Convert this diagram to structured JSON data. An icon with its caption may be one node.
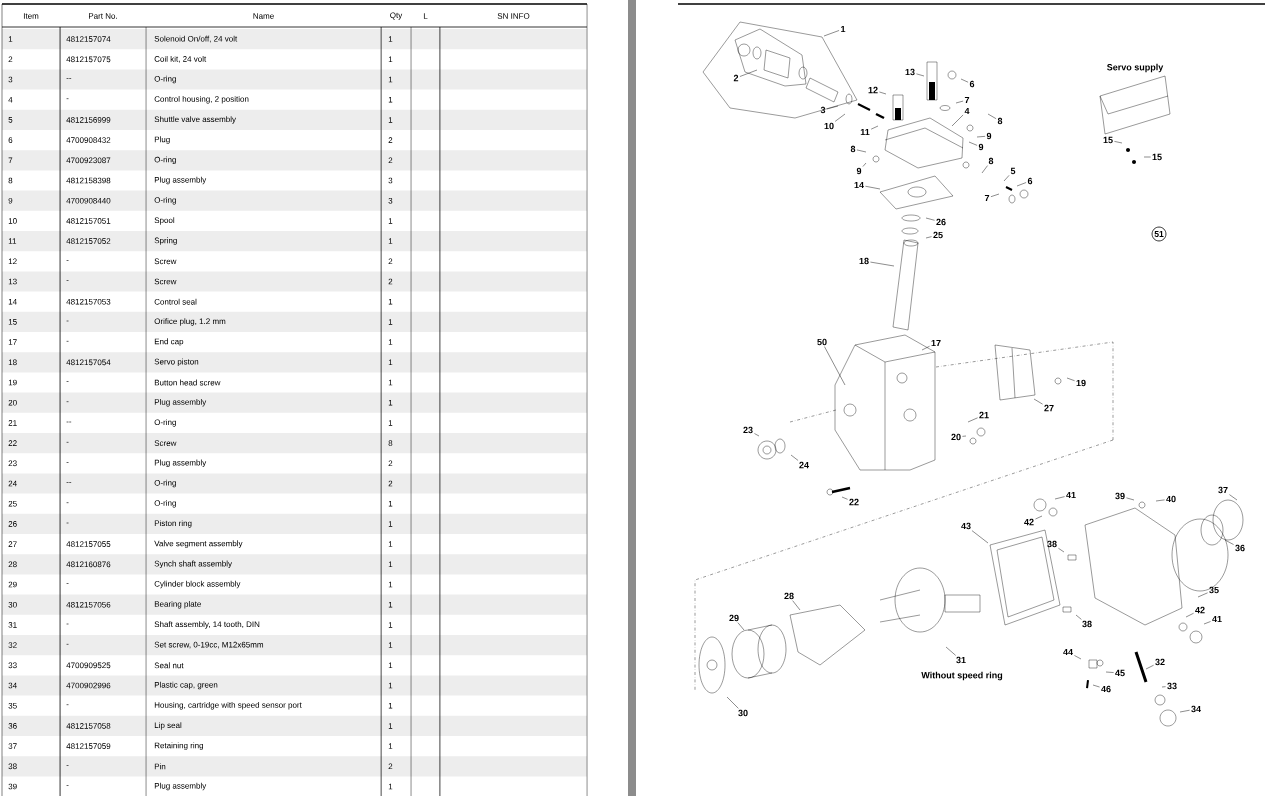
{
  "diagram": {
    "nodes": [
      {
        "text": [
          "1"
        ]
      },
      {
        "text": [
          "2"
        ]
      },
      {
        "text": [
          "13"
        ]
      },
      {
        "text": [
          "6"
        ]
      },
      {
        "text": [
          "12"
        ]
      },
      {
        "text": [
          "7"
        ]
      },
      {
        "text": [
          "3"
        ]
      },
      {
        "text": [
          "4"
        ]
      },
      {
        "text": [
          "8"
        ]
      },
      {
        "text": [
          "10"
        ]
      },
      {
        "text": [
          "11"
        ]
      },
      {
        "text": [
          "9"
        ]
      },
      {
        "text": [
          "15"
        ]
      },
      {
        "text": [
          "8"
        ]
      },
      {
        "text": [
          "9"
        ]
      },
      {
        "text": [
          "15"
        ]
      },
      {
        "text": [
          "8"
        ]
      },
      {
        "text": [
          "5"
        ]
      },
      {
        "text": [
          "9"
        ]
      },
      {
        "text": [
          "6"
        ]
      },
      {
        "text": [
          "14"
        ]
      },
      {
        "text": [
          "7"
        ]
      },
      {
        "text": [
          "26"
        ]
      },
      {
        "text": [
          "51"
        ]
      },
      {
        "text": [
          "25"
        ]
      },
      {
        "text": [
          "18"
        ]
      },
      {
        "text": [
          "50"
        ]
      },
      {
        "text": [
          "17"
        ]
      },
      {
        "text": [
          "19"
        ]
      },
      {
        "text": [
          "27"
        ]
      },
      {
        "text": [
          "21"
        ]
      },
      {
        "text": [
          "23"
        ]
      },
      {
        "text": [
          "20"
        ]
      },
      {
        "text": [
          "24"
        ]
      },
      {
        "text": [
          "37"
        ]
      },
      {
        "text": [
          "41"
        ]
      },
      {
        "text": [
          "39"
        ]
      },
      {
        "text": [
          "40"
        ]
      },
      {
        "text": [
          "22"
        ]
      },
      {
        "text": [
          "42"
        ]
      },
      {
        "text": [
          "43"
        ]
      },
      {
        "text": [
          "38"
        ]
      },
      {
        "text": [
          "36"
        ]
      },
      {
        "text": [
          "35"
        ]
      },
      {
        "text": [
          "28"
        ]
      },
      {
        "text": [
          "42"
        ]
      },
      {
        "text": [
          "29"
        ]
      },
      {
        "text": [
          "41"
        ]
      },
      {
        "text": [
          "38"
        ]
      },
      {
        "text": [
          "44"
        ]
      },
      {
        "text": [
          "31"
        ]
      },
      {
        "text": [
          "32"
        ]
      },
      {
        "text": [
          "45"
        ]
      },
      {
        "text": [
          "33"
        ]
      },
      {
        "text": [
          "46"
        ]
      },
      {
        "text": [
          "34"
        ]
      },
      {
        "text": [
          "30"
        ]
      }
    ],
    "edges": [
      {
        "from": 0,
        "to": null,
        "arrow": "none"
      },
      {
        "from": 1,
        "to": null,
        "arrow": "none"
      },
      {
        "from": 2,
        "to": null,
        "arrow": "none"
      },
      {
        "from": 3,
        "to": null,
        "arrow": "none"
      },
      {
        "from": 4,
        "to": null,
        "arrow": "none"
      },
      {
        "from": 5,
        "to": null,
        "arrow": "none"
      },
      {
        "from": 6,
        "to": null,
        "arrow": "none"
      },
      {
        "from": 7,
        "to": null,
        "arrow": "none"
      },
      {
        "from": 8,
        "to": null,
        "arrow": "none"
      },
      {
        "from": 9,
        "to": null,
        "arrow": "none"
      },
      {
        "from": 10,
        "to": null,
        "arrow": "none"
      },
      {
        "from": 11,
        "to": null,
        "arrow": "none"
      },
      {
        "from": 12,
        "to": null,
        "arrow": "none"
      },
      {
        "from": 13,
        "to": null,
        "arrow": "none"
      },
      {
        "from": 14,
        "to": null,
        "arrow": "none"
      },
      {
        "from": 15,
        "to": null,
        "arrow": "none"
      },
      {
        "from": 16,
        "to": null,
        "arrow": "none"
      },
      {
        "from": 17,
        "to": null,
        "arrow": "none"
      },
      {
        "from": 18,
        "to": null,
        "arrow": "none"
      },
      {
        "from": 19,
        "to": null,
        "arrow": "none"
      },
      {
        "from": 20,
        "to": null,
        "arrow": "none"
      },
      {
        "from": 21,
        "to": null,
        "arrow": "none"
      },
      {
        "from": 22,
        "to": null,
        "arrow": "none"
      },
      {
        "from": 24,
        "to": null,
        "arrow": "none"
      },
      {
        "from": 25,
        "to": null,
        "arrow": "none"
      },
      {
        "from": 26,
        "to": null,
        "arrow": "none"
      },
      {
        "from": 27,
        "to": null,
        "arrow": "none"
      },
      {
        "from": 28,
        "to": null,
        "arrow": "none"
      },
      {
        "from": 29,
        "to": null,
        "arrow": "none"
      },
      {
        "from": 30,
        "to": null,
        "arrow": "none"
      },
      {
        "from": 31,
        "to": null,
        "arrow": "none"
      },
      {
        "from": 32,
        "to": null,
        "arrow": "none"
      },
      {
        "from": 33,
        "to": null,
        "arrow": "none"
      },
      {
        "from": 34,
        "to": null,
        "arrow": "none"
      },
      {
        "from": 35,
        "to": null,
        "arrow": "none"
      },
      {
        "from": 36,
        "to": null,
        "arrow": "none"
      },
      {
        "from": 37,
        "to": null,
        "arrow": "none"
      },
      {
        "from": 38,
        "to": null,
        "arrow": "none"
      },
      {
        "from": 39,
        "to": null,
        "arrow": "none"
      },
      {
        "from": 40,
        "to": null,
        "arrow": "none"
      },
      {
        "from": 41,
        "to": null,
        "arrow": "none"
      },
      {
        "from": 42,
        "to": null,
        "arrow": "none"
      },
      {
        "from": 43,
        "to": null,
        "arrow": "none"
      },
      {
        "from": 44,
        "to": null,
        "arrow": "none"
      },
      {
        "from": 45,
        "to": null,
        "arrow": "none"
      },
      {
        "from": 46,
        "to": null,
        "arrow": "none"
      },
      {
        "from": 47,
        "to": null,
        "arrow": "none"
      },
      {
        "from": 48,
        "to": null,
        "arrow": "none"
      },
      {
        "from": 49,
        "to": null,
        "arrow": "none"
      },
      {
        "from": 50,
        "to": null,
        "arrow": "none"
      },
      {
        "from": 51,
        "to": null,
        "arrow": "none"
      },
      {
        "from": 52,
        "to": null,
        "arrow": "none"
      },
      {
        "from": 53,
        "to": null,
        "arrow": "none"
      },
      {
        "from": 54,
        "to": null,
        "arrow": "none"
      },
      {
        "from": 55,
        "to": null,
        "arrow": "none"
      },
      {
        "from": 56,
        "to": null,
        "arrow": "none"
      }
    ],
    "labels": [
      "Item",
      "Part No.",
      "Name",
      "Qty",
      "L",
      "SN INFO",
      "1",
      "4812157074",
      "Solenoid On/off, 24 volt",
      "1",
      "2",
      "4812157075",
      "Coil kit, 24 volt",
      "1",
      "3",
      "--",
      "O-ring",
      "1",
      "4",
      "-",
      "Control housing, 2 position",
      "1",
      "5",
      "4812156999",
      "Shuttle valve assembly",
      "1",
      "6",
      "4700908432",
      "Plug",
      "2",
      "7",
      "4700923087",
      "O-ring",
      "2",
      "8",
      "4812158398",
      "Plug assembly",
      "3",
      "9",
      "4700908440",
      "O-ring",
      "3",
      "10",
      "4812157051",
      "Spool",
      "1",
      "11",
      "4812157052",
      "Spring",
      "1",
      "12",
      "-",
      "Screw",
      "2",
      "13",
      "-",
      "Screw",
      "2",
      "14",
      "4812157053",
      "Control seal",
      "1",
      "15",
      "-",
      "Orifice plug, 1.2 mm",
      "1",
      "17",
      "-",
      "End cap",
      "1",
      "18",
      "4812157054",
      "Servo piston",
      "1",
      "19",
      "-",
      "Button head screw",
      "1",
      "20",
      "-",
      "Plug assembly",
      "1",
      "21",
      "--",
      "O-ring",
      "1",
      "22",
      "-",
      "Screw",
      "8",
      "23",
      "-",
      "Plug assembly",
      "2",
      "24",
      "--",
      "O-ring",
      "2",
      "25",
      "-",
      "O-ring",
      "1",
      "26",
      "-",
      "Piston ring",
      "1",
      "27",
      "4812157055",
      "Valve segment assembly",
      "1",
      "28",
      "4812160876",
      "Synch shaft assembly",
      "1",
      "29",
      "-",
      "Cylinder block assembly",
      "1",
      "30",
      "4812157056",
      "Bearing plate",
      "1",
      "31",
      "-",
      "Shaft assembly, 14 tooth, DIN",
      "1",
      "32",
      "-",
      "Set screw, 0-19cc, M12x65mm",
      "1",
      "33",
      "4700909525",
      "Seal nut",
      "1",
      "34",
      "4700902996",
      "Plastic cap, green",
      "1",
      "35",
      "-",
      "Housing, cartridge with speed sensor port",
      "1",
      "36",
      "4812157058",
      "Lip seal",
      "1",
      "37",
      "4812157059",
      "Retaining ring",
      "1",
      "38",
      "-",
      "Pin",
      "2",
      "39",
      "-",
      "Plug assembly",
      "1",
      "Servo supply",
      "Without speed ring"
    ]
  }
}
